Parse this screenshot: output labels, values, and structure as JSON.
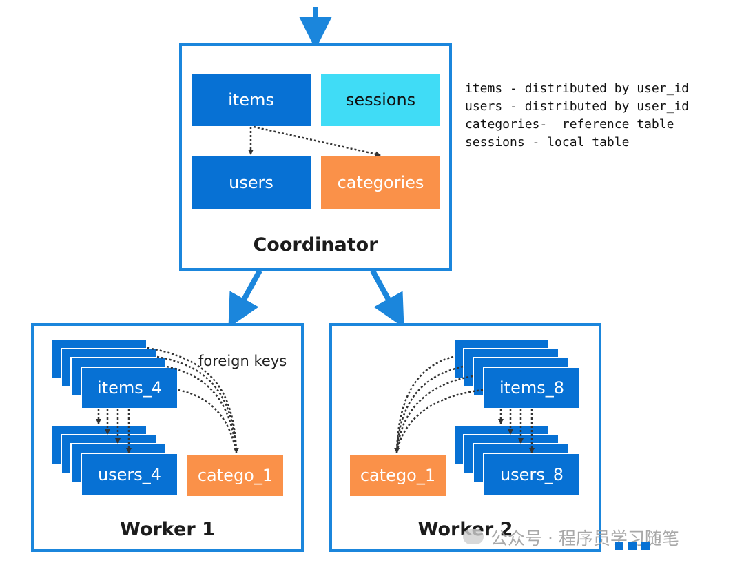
{
  "coordinator": {
    "title": "Coordinator",
    "tables": {
      "items": "items",
      "sessions": "sessions",
      "users": "users",
      "categories": "categories"
    }
  },
  "notes": [
    "items - distributed by user_id",
    "users - distributed by user_id",
    "categories-  reference table",
    "sessions - local table"
  ],
  "worker1": {
    "title": "Worker 1",
    "items_shard": "items_4",
    "users_shard": "users_4",
    "reference": "catego_1",
    "fk_label": "foreign keys"
  },
  "worker2": {
    "title": "Worker 2",
    "items_shard": "items_8",
    "users_shard": "users_8",
    "reference": "catego_1"
  },
  "watermark": "公众号 · 程序员学习随笔",
  "colors": {
    "frame": "#1b86dc",
    "distributed": "#0771d4",
    "local": "#40dcf6",
    "reference": "#fa9149"
  }
}
